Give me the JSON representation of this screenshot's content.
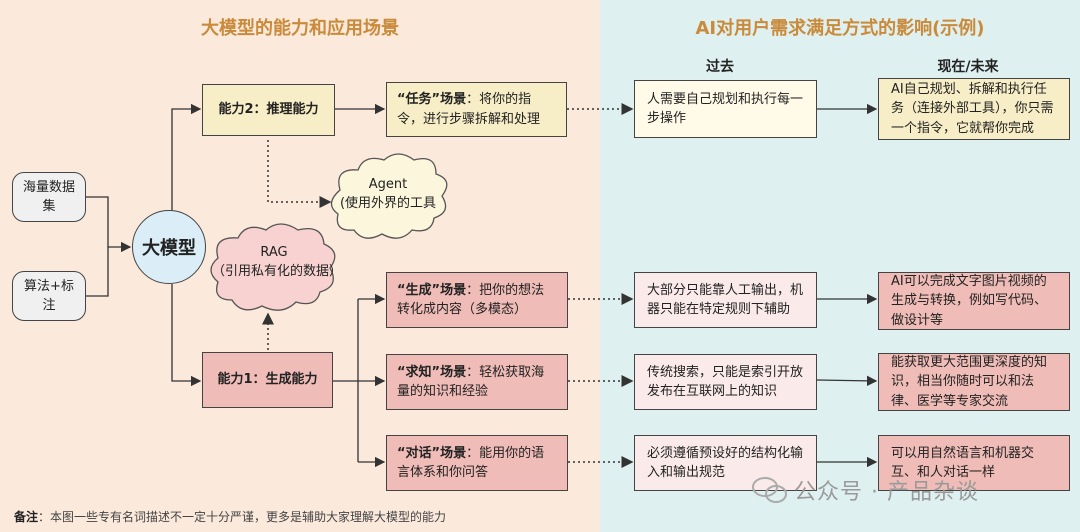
{
  "headings": {
    "left": "大模型的能力和应用场景",
    "right": "AI对用户需求满足方式的影响(示例)"
  },
  "columns": {
    "past": "过去",
    "now": "现在/未来"
  },
  "inputs": [
    {
      "label": "海量数据集"
    },
    {
      "label": "算法+标注"
    }
  ],
  "center": {
    "label": "大模型"
  },
  "capabilities": [
    {
      "label": "能力2：推理能力"
    },
    {
      "label": "能力1：生成能力"
    }
  ],
  "clouds": {
    "agent": {
      "title": "Agent",
      "text": "(使用外界的工具"
    },
    "rag": {
      "title": "RAG",
      "text": "（引用私有化的数据）"
    }
  },
  "scenarios": [
    {
      "name": "“任务”场景",
      "desc": "：将你的指令，进行步骤拆解和处理",
      "past": "人需要自己规划和执行每一步操作",
      "now": "AI自己规划、拆解和执行任务（连接外部工具），你只需一个指令，它就帮你完成"
    },
    {
      "name": "“生成”场景",
      "desc": "：把你的想法转化成内容（多模态）",
      "past": "大部分只能靠人工输出，机器只能在特定规则下辅助",
      "now": "AI可以完成文字图片视频的生成与转换，例如写代码、做设计等"
    },
    {
      "name": "“求知”场景",
      "desc": "：轻松获取海量的知识和经验",
      "past": "传统搜索，只能是索引开放发布在互联网上的知识",
      "now": "能获取更大范围更深度的知识，相当你随时可以和法律、医学等专家交流"
    },
    {
      "name": "“对话”场景",
      "desc": "：能用你的语言体系和你问答",
      "past": "必须遵循预设好的结构化输入和输出规范",
      "now": "可以用自然语言和机器交互、和人对话一样"
    }
  ],
  "note": {
    "label": "备注",
    "text": "：本图一些专有名词描述不一定十分严谨，更多是辅助大家理解大模型的能力"
  },
  "watermark": "公众号 · 产品杂谈",
  "colors": {
    "yellow": "#f7edc6",
    "pink": "#efbcb7",
    "heading": "#c98a3a",
    "center": "#dbeef7"
  }
}
